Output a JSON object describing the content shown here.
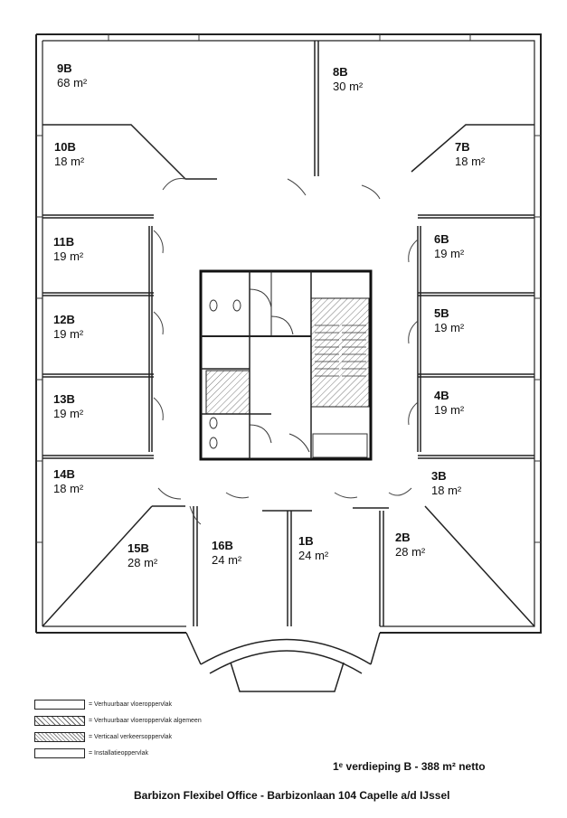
{
  "rooms": [
    {
      "id": "9B",
      "area": "68 m²"
    },
    {
      "id": "8B",
      "area": "30 m²"
    },
    {
      "id": "10B",
      "area": "18 m²"
    },
    {
      "id": "7B",
      "area": "18 m²"
    },
    {
      "id": "11B",
      "area": "19 m²"
    },
    {
      "id": "6B",
      "area": "19 m²"
    },
    {
      "id": "12B",
      "area": "19 m²"
    },
    {
      "id": "5B",
      "area": "19 m²"
    },
    {
      "id": "13B",
      "area": "19 m²"
    },
    {
      "id": "4B",
      "area": "19 m²"
    },
    {
      "id": "14B",
      "area": "18 m²"
    },
    {
      "id": "3B",
      "area": "18 m²"
    },
    {
      "id": "15B",
      "area": "28 m²"
    },
    {
      "id": "16B",
      "area": "24 m²"
    },
    {
      "id": "1B",
      "area": "24 m²"
    },
    {
      "id": "2B",
      "area": "28 m²"
    }
  ],
  "legend": [
    {
      "label": "= Verhuurbaar vloeroppervlak"
    },
    {
      "label": "= Verhuurbaar vloeroppervlak algemeen"
    },
    {
      "label": "= Verticaal verkeersoppervlak"
    },
    {
      "label": "= Installatieoppervlak"
    }
  ],
  "floor_title": "1ᵉ verdieping B - 388 m² netto",
  "footer_title": "Barbizon Flexibel Office - Barbizonlaan 104 Capelle a/d IJssel"
}
